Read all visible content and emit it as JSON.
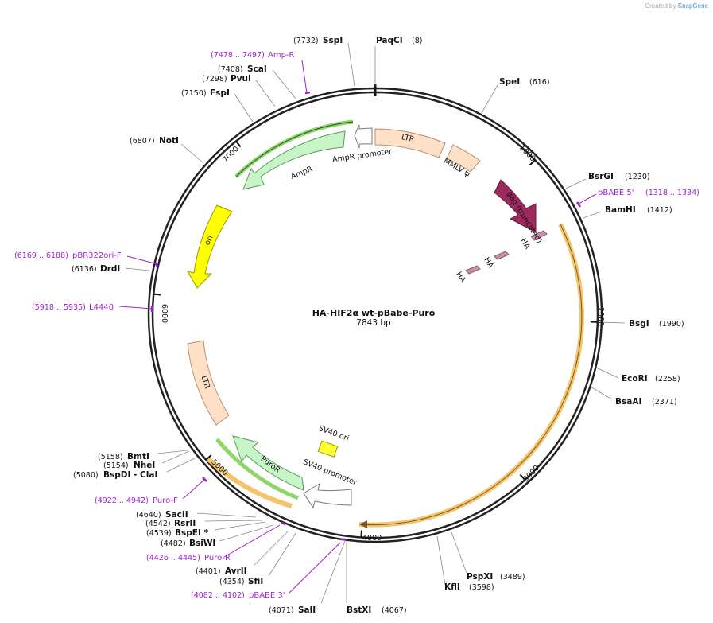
{
  "credit": {
    "prefix": "Created by",
    "brand": "SnapGene"
  },
  "plasmid": {
    "name": "HA-HIF2α wt-pBabe-Puro",
    "size": "7843 bp"
  },
  "ticks": [
    "1000",
    "2000",
    "3000",
    "4000",
    "5000",
    "6000",
    "7000"
  ],
  "features": [
    {
      "label": "LTR",
      "color": "#fde0c6",
      "stroke": "#b89070"
    },
    {
      "label": "MMLV ψ",
      "color": "#fde0c6",
      "stroke": "#b89070"
    },
    {
      "label": "gag (truncated)",
      "color": "#9c2a5c",
      "stroke": "#6b1a40"
    },
    {
      "label": "HA",
      "color": "#c890a8",
      "stroke": "#8a5a70"
    },
    {
      "label": "HA",
      "color": "#c890a8",
      "stroke": "#8a5a70"
    },
    {
      "label": "HA",
      "color": "#c890a8",
      "stroke": "#8a5a70"
    },
    {
      "label": "SV40 ori",
      "color": "#ffff33",
      "stroke": "#9a9a10"
    },
    {
      "label": "SV40 promoter",
      "color": "#ffffff",
      "stroke": "#777777"
    },
    {
      "label": "PuroR",
      "color": "#c8f5c8",
      "stroke": "#5a9a5a"
    },
    {
      "label": "LTR",
      "color": "#fde0c6",
      "stroke": "#b89070"
    },
    {
      "label": "ori",
      "color": "#ffff00",
      "stroke": "#9a9a10"
    },
    {
      "label": "AmpR",
      "color": "#c8f5c8",
      "stroke": "#5a9a5a"
    },
    {
      "label": "AmpR promoter",
      "color": "#ffffff",
      "stroke": "#777777"
    }
  ],
  "enzymes": [
    {
      "name": "PaqCI",
      "pos": "(8)"
    },
    {
      "name": "SpeI",
      "pos": "(616)"
    },
    {
      "name": "BsrGI",
      "pos": "(1230)"
    },
    {
      "name": "BamHI",
      "pos": "(1412)"
    },
    {
      "name": "BsgI",
      "pos": "(1990)"
    },
    {
      "name": "EcoRI",
      "pos": "(2258)"
    },
    {
      "name": "BsaAI",
      "pos": "(2371)"
    },
    {
      "name": "PspXI",
      "pos": "(3489)"
    },
    {
      "name": "KflI",
      "pos": "(3598)"
    },
    {
      "name": "BstXI",
      "pos": "(4067)"
    },
    {
      "name": "SalI",
      "pos": "(4071)"
    },
    {
      "name": "SfiI",
      "pos": "(4354)"
    },
    {
      "name": "AvrII",
      "pos": "(4401)"
    },
    {
      "name": "BsiWI",
      "pos": "(4482)"
    },
    {
      "name": "BspEI *",
      "pos": "(4539)"
    },
    {
      "name": "RsrII",
      "pos": "(4542)"
    },
    {
      "name": "SacII",
      "pos": "(4640)"
    },
    {
      "name": "BspDI  - ClaI",
      "pos": "(5080)"
    },
    {
      "name": "NheI",
      "pos": "(5154)"
    },
    {
      "name": "BmtI",
      "pos": "(5158)"
    },
    {
      "name": "DrdI",
      "pos": "(6136)"
    },
    {
      "name": "NotI",
      "pos": "(6807)"
    },
    {
      "name": "FspI",
      "pos": "(7150)"
    },
    {
      "name": "PvuI",
      "pos": "(7298)"
    },
    {
      "name": "ScaI",
      "pos": "(7408)"
    },
    {
      "name": "SspI",
      "pos": "(7732)"
    }
  ],
  "primers": [
    {
      "name": "pBABE 5'",
      "range": "(1318 .. 1334)"
    },
    {
      "name": "pBABE 3'",
      "range": "(4082 .. 4102)"
    },
    {
      "name": "Puro-R",
      "range": "(4426 .. 4445)"
    },
    {
      "name": "Puro-F",
      "range": "(4922 .. 4942)"
    },
    {
      "name": "L4440",
      "range": "(5918 .. 5935)"
    },
    {
      "name": "pBR322ori-F",
      "range": "(6169 .. 6188)"
    },
    {
      "name": "Amp-R",
      "range": "(7478 .. 7497)"
    }
  ],
  "colors": {
    "backbone": "#222222",
    "primer": "#a020d0",
    "orf_highlight": "#f5c46a",
    "green_highlight": "#8fd66a"
  }
}
